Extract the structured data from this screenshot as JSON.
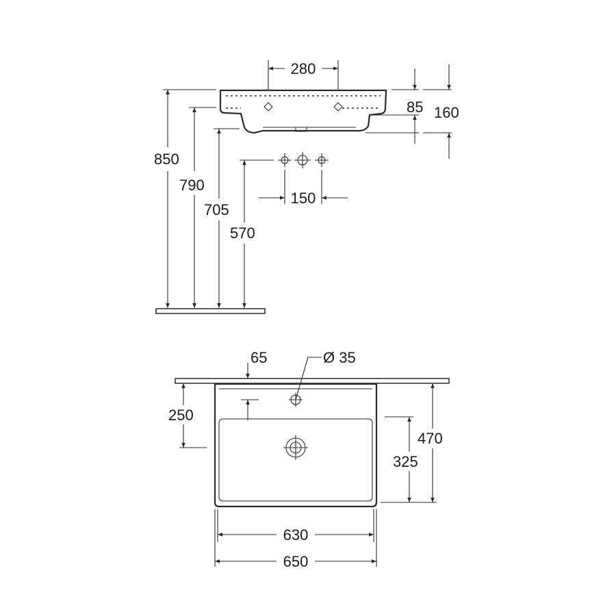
{
  "side_view": {
    "dim_top_width": "280",
    "dim_rim_height": "85",
    "dim_total_height": "160",
    "dim_overall_height": "850",
    "dim_rim_to_floor": "790",
    "dim_bowl_to_floor": "705",
    "dim_taps_to_floor": "570",
    "dim_tap_spacing": "150"
  },
  "plan_view": {
    "dim_tap_offset": "65",
    "dim_tap_hole": "Ø 35",
    "dim_tap_depth": "250",
    "dim_total_depth": "470",
    "dim_drain_depth": "325",
    "dim_inner_width": "630",
    "dim_outer_width": "650"
  }
}
